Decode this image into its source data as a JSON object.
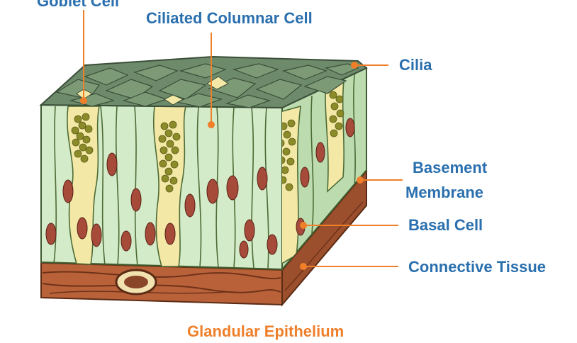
{
  "labels": {
    "goblet_cell": "Goblet Cell",
    "ciliated_columnar_cell": "Ciliated Columnar Cell",
    "cilia": "Cilia",
    "basement_membrane_line1": "Basement",
    "basement_membrane_line2": "Membrane",
    "basal_cell": "Basal Cell",
    "connective_tissue": "Connective Tissue"
  },
  "caption": "Glandular Epithelium",
  "colors": {
    "label_text": "#2a6fae",
    "caption_text": "#f07f2a",
    "leader_line": "#f07f2a",
    "cilia_top": "#5f7f62",
    "column_cell": "#cfe8c4",
    "goblet_cell": "#f2e7a6",
    "granule": "#8a8a2c",
    "nucleus": "#a64a3a",
    "connective_tissue": "#b05a34",
    "membrane": "#7a3f1f"
  }
}
